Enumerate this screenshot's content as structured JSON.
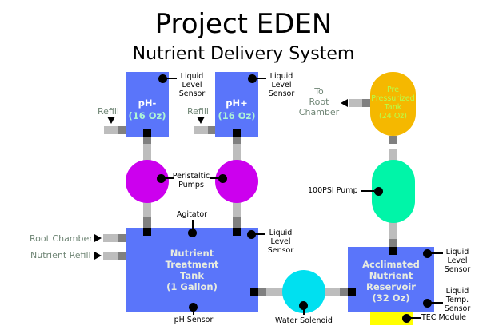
{
  "header": {
    "title": "Project EDEN",
    "subtitle": "Nutrient Delivery System"
  },
  "colors": {
    "tank_blue": "#5a75fa",
    "peristaltic_pump": "#cc00ee",
    "pressurized_tank": "#f5b800",
    "pump_100psi": "#00f5a8",
    "water_solenoid": "#00e0f0",
    "tec_module": "#ffff00"
  },
  "ph_minus": {
    "name": "pH-",
    "volume": "(16 Oz)",
    "refill": "Refill",
    "sensor": [
      "Liquid",
      "Level",
      "Sensor"
    ]
  },
  "ph_plus": {
    "name": "pH+",
    "volume": "(16 Oz)",
    "refill": "Refill",
    "sensor": [
      "Liquid",
      "Level",
      "Sensor"
    ]
  },
  "peristaltic": {
    "label": [
      "Peristaltic",
      "Pumps"
    ]
  },
  "treatment_tank": {
    "lines": [
      "Nutrient",
      "Treatment",
      "Tank",
      "(1 Gallon)"
    ],
    "agitator": "Agitator",
    "ph_sensor": "pH Sensor",
    "level_sensor": [
      "Liquid",
      "Level",
      "Sensor"
    ],
    "inputs": [
      "Root Chamber",
      "Nutrient Refill"
    ]
  },
  "solenoid": {
    "label": "Water Solenoid"
  },
  "reservoir": {
    "lines": [
      "Acclimated",
      "Nutrient",
      "Reservoir",
      "(32 Oz)"
    ],
    "level_sensor": [
      "Liquid",
      "Level",
      "Sensor"
    ],
    "temp_sensor": [
      "Liquid",
      "Temp.",
      "Sensor"
    ],
    "tec": "TEC Module"
  },
  "pump": {
    "label": "100PSI Pump"
  },
  "pressurized_tank": {
    "lines": [
      "Pre",
      "Pressurized",
      "Tank",
      "(24 Oz)"
    ],
    "output": [
      "To",
      "Root",
      "Chamber"
    ]
  }
}
